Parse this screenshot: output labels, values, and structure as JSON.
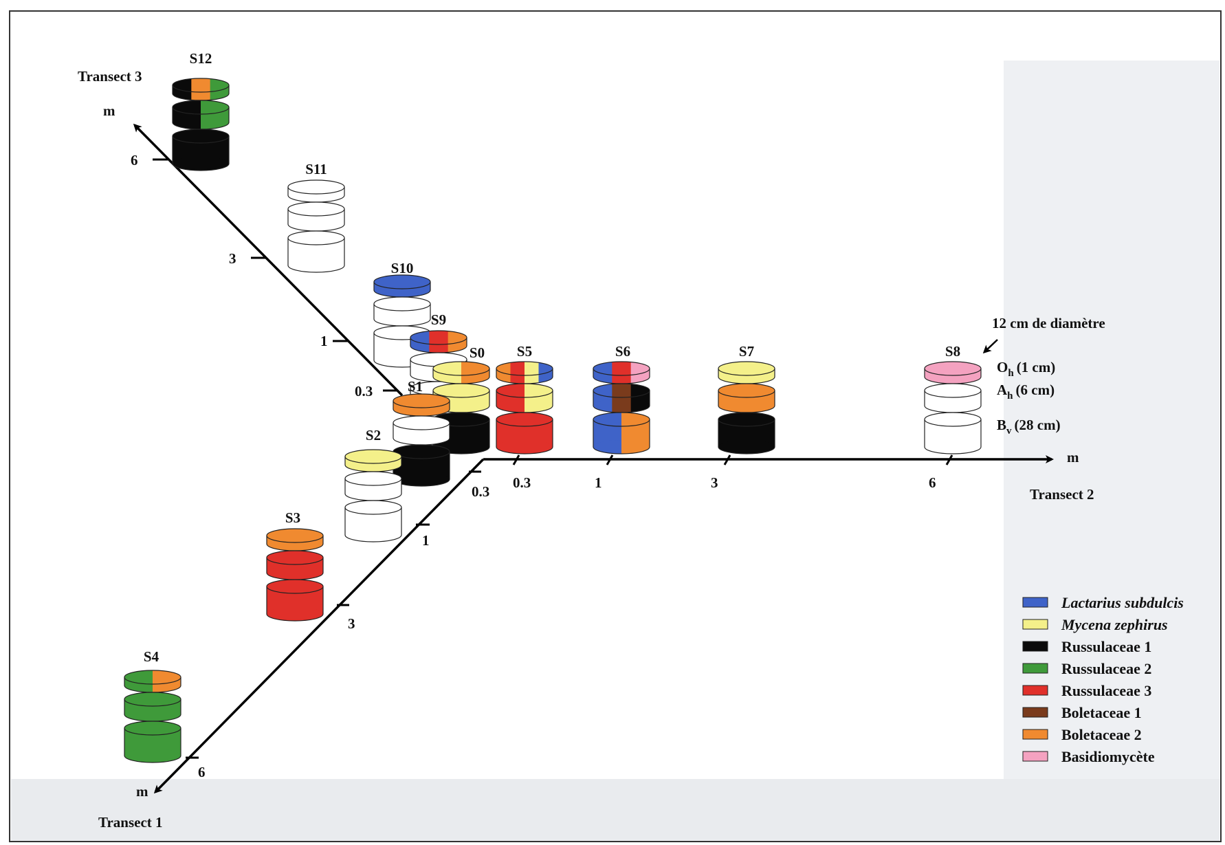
{
  "colors": {
    "lactarius": "#3f63c8",
    "mycena": "#f4f08a",
    "russ1": "#0a0a0a",
    "russ2": "#3f9a3a",
    "russ3": "#e0302a",
    "bolet1": "#7a3b1c",
    "bolet2": "#f08a30",
    "basidio": "#f4a2c0",
    "empty": "#ffffff",
    "axis": "#000000",
    "bg_band": "#eef0f3"
  },
  "labels": {
    "transect1": "Transect 1",
    "transect2": "Transect 2",
    "transect3": "Transect 3",
    "unit": "m",
    "diameter": "12 cm de diamètre",
    "layer_oh": "O",
    "layer_oh_sub": "h",
    "layer_oh_val": "(1 cm)",
    "layer_ah": "A",
    "layer_ah_sub": "h",
    "layer_ah_val": "(6 cm)",
    "layer_bv": "B",
    "layer_bv_sub": "v",
    "layer_bv_val": "(28 cm)"
  },
  "ticks": {
    "t1": [
      "0.3",
      "1",
      "3",
      "6"
    ],
    "t2": [
      "0.3",
      "1",
      "3",
      "6"
    ],
    "t3": [
      "0.3",
      "1",
      "3",
      "6"
    ]
  },
  "samples": [
    {
      "id": "S12",
      "layers": [
        [
          "russ1",
          "bolet2",
          "russ2"
        ],
        [
          "russ1",
          "russ2"
        ],
        [
          "russ1"
        ]
      ]
    },
    {
      "id": "S11",
      "layers": [
        [
          "empty"
        ],
        [
          "empty"
        ],
        [
          "empty"
        ]
      ]
    },
    {
      "id": "S10",
      "layers": [
        [
          "lactarius"
        ],
        [
          "empty"
        ],
        [
          "empty"
        ]
      ]
    },
    {
      "id": "S9",
      "layers": [
        [
          "lactarius",
          "russ3",
          "bolet2"
        ],
        [
          "empty"
        ],
        [
          "empty"
        ]
      ]
    },
    {
      "id": "S0",
      "layers": [
        [
          "mycena",
          "bolet2"
        ],
        [
          "mycena"
        ],
        [
          "russ1"
        ]
      ]
    },
    {
      "id": "S1",
      "layers": [
        [
          "bolet2"
        ],
        [
          "empty"
        ],
        [
          "russ1"
        ]
      ]
    },
    {
      "id": "S2",
      "layers": [
        [
          "mycena"
        ],
        [
          "empty"
        ],
        [
          "empty"
        ]
      ]
    },
    {
      "id": "S3",
      "layers": [
        [
          "bolet2"
        ],
        [
          "russ3"
        ],
        [
          "russ3"
        ]
      ]
    },
    {
      "id": "S4",
      "layers": [
        [
          "russ2",
          "bolet2"
        ],
        [
          "russ2"
        ],
        [
          "russ2"
        ]
      ]
    },
    {
      "id": "S5",
      "layers": [
        [
          "bolet2",
          "russ3",
          "mycena",
          "lactarius"
        ],
        [
          "russ3",
          "mycena"
        ],
        [
          "russ3"
        ]
      ]
    },
    {
      "id": "S6",
      "layers": [
        [
          "lactarius",
          "russ3",
          "basidio"
        ],
        [
          "lactarius",
          "bolet1",
          "russ1"
        ],
        [
          "lactarius",
          "bolet2"
        ]
      ]
    },
    {
      "id": "S7",
      "layers": [
        [
          "mycena"
        ],
        [
          "bolet2"
        ],
        [
          "russ1"
        ]
      ]
    },
    {
      "id": "S8",
      "layers": [
        [
          "basidio"
        ],
        [
          "empty"
        ],
        [
          "empty"
        ]
      ]
    }
  ],
  "legend": [
    {
      "key": "lactarius",
      "label": "Lactarius subdulcis",
      "italic": true
    },
    {
      "key": "mycena",
      "label": "Mycena zephirus",
      "italic": true
    },
    {
      "key": "russ1",
      "label": "Russulaceae 1",
      "italic": false
    },
    {
      "key": "russ2",
      "label": "Russulaceae 2",
      "italic": false
    },
    {
      "key": "russ3",
      "label": "Russulaceae 3",
      "italic": false
    },
    {
      "key": "bolet1",
      "label": "Boletaceae 1",
      "italic": false
    },
    {
      "key": "bolet2",
      "label": "Boletaceae  2",
      "italic": false
    },
    {
      "key": "basidio",
      "label": "Basidiomycète",
      "italic": false
    }
  ]
}
